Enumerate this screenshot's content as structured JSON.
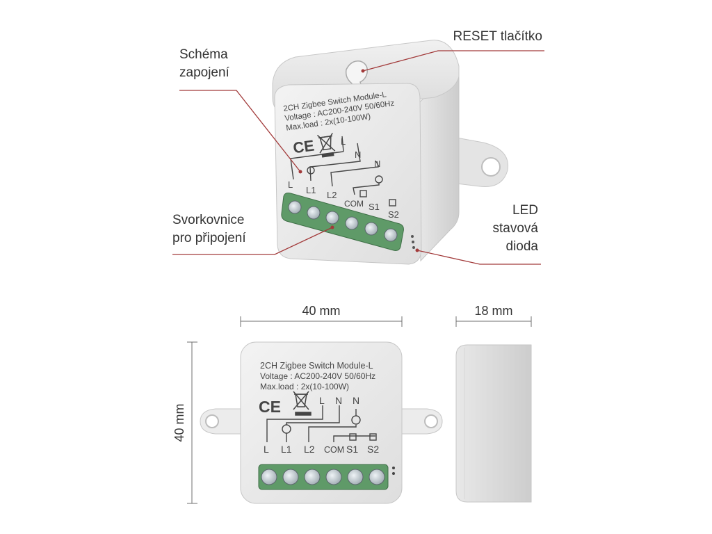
{
  "callouts": {
    "wiring_scheme": {
      "line1": "Schéma",
      "line2": "zapojení"
    },
    "reset_button": {
      "label": "RESET tlačítko"
    },
    "terminal_block": {
      "line1": "Svorkovnice",
      "line2": "pro připojení"
    },
    "status_led": {
      "line1": "LED",
      "line2": "stavová",
      "line3": "dioda"
    }
  },
  "module_label": {
    "model": "2CH Zigbee Switch Module-L",
    "voltage": "Voltage : AC200-240V 50/60Hz",
    "max_load": "Max.load : 2x(10-100W)",
    "voltage_front": "Voltage : AC200-240V 50/60Hz",
    "max_load_front": "Max.load : 2x(10-100W)",
    "ce_mark": "CE",
    "terminals": [
      "L",
      "L1",
      "L2",
      "COM",
      "S1",
      "S2"
    ],
    "supply": [
      "L",
      "N"
    ],
    "neutral": "N"
  },
  "dimensions": {
    "width": "40 mm",
    "height": "40 mm",
    "depth": "18 mm"
  },
  "colors": {
    "housing": "#e6e6e6",
    "housing_shade": "#cfcfcf",
    "terminal_green": "#5f9a68",
    "screw": "#b8c2c8",
    "leader_line": "#a23a3a",
    "text": "#333333"
  }
}
